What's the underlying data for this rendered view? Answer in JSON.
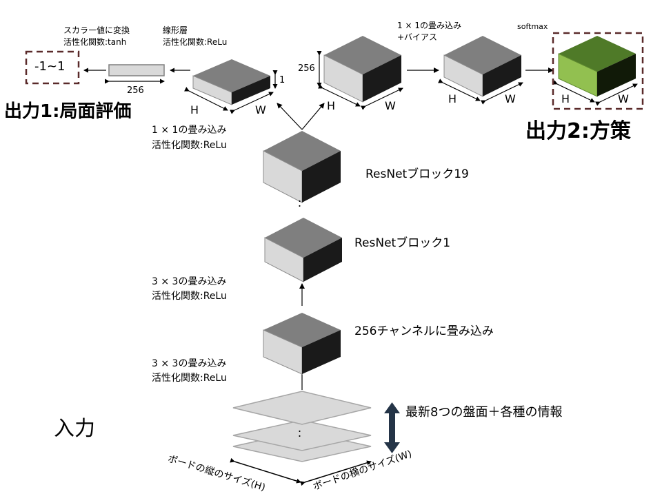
{
  "input": {
    "title": "入力",
    "info": "最新8つの盤面＋各種の情報",
    "dots": "：",
    "board_h": "ボードの縦のサイズ(H)",
    "board_w": "ボードの横のサイズ(W)"
  },
  "trunk": {
    "conv1_line1": "3 × 3の畳み込み",
    "conv1_line2": "活性化関数:ReLu",
    "block0_label": "256チャンネルに畳み込み",
    "conv2_line1": "3 × 3の畳み込み",
    "conv2_line2": "活性化関数:ReLu",
    "block1_label": "ResNetブロック1",
    "dots": "：",
    "block19_label": "ResNetブロック19",
    "conv3_line1": "1 × 1の畳み込み",
    "conv3_line2": "活性化関数:ReLu"
  },
  "value_head": {
    "title": "出力1:局面評価",
    "output": "-1~1",
    "scalar_line1": "スカラー値に変換",
    "scalar_line2": "活性化関数:tanh",
    "linear_line1": "線形層",
    "linear_line2": "活性化関数:ReLu",
    "dim_256": "256",
    "dim_1": "1",
    "H": "H",
    "W": "W"
  },
  "policy_head": {
    "title": "出力2:方策",
    "conv_line1": "1 × 1の畳み込み",
    "conv_line2": "+バイアス",
    "softmax": "softmax",
    "dim_256": "256",
    "H1": "H",
    "W1": "W",
    "H2": "H",
    "W2": "W",
    "H3": "H",
    "W3": "W"
  },
  "colors": {
    "cube_top": "#7f7f7f",
    "cube_front": "#d9d9d9",
    "cube_side": "#1a1a1a",
    "cube_out_top": "#4f7a28",
    "cube_out_front": "#92c050",
    "cube_out_side": "#111a08",
    "dash_border": "#5a2a2a",
    "double_arrow": "#243447"
  }
}
